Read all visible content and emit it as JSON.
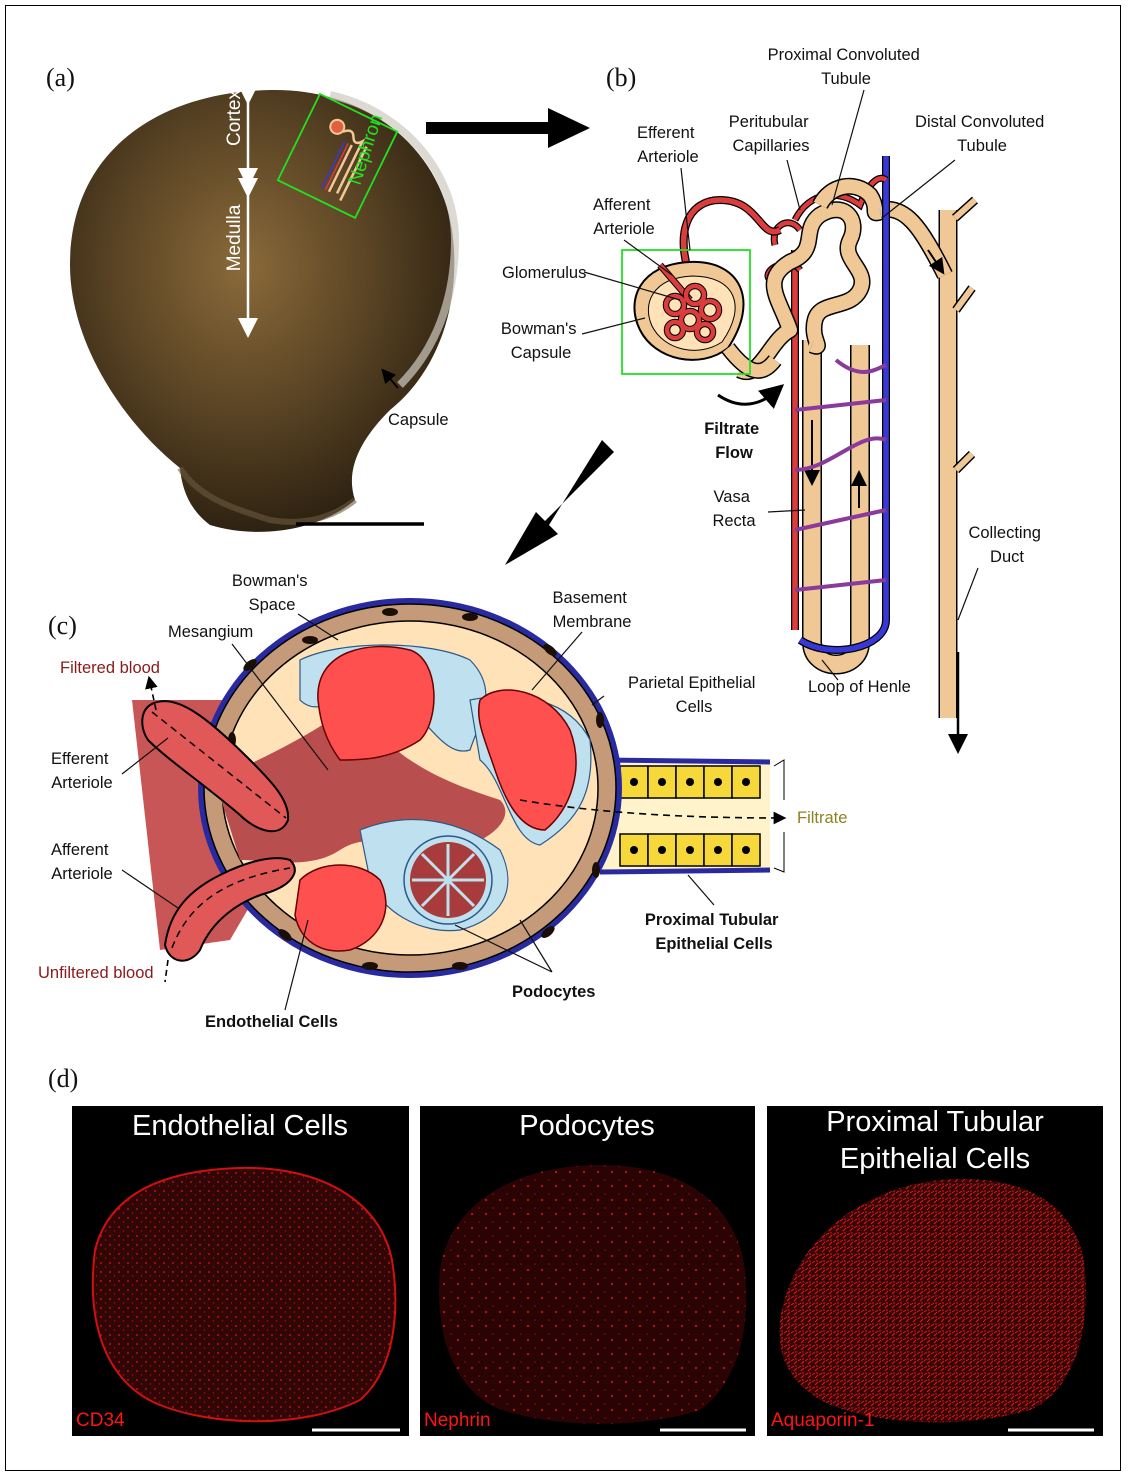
{
  "panels": {
    "a": {
      "letter": "(a)",
      "cortex": "Cortex",
      "medulla": "Medulla",
      "nephron": "Nephron",
      "capsule": "Capsule"
    },
    "b": {
      "letter": "(b)",
      "proximal_convoluted_tubule": [
        "Proximal Convoluted",
        "Tubule"
      ],
      "efferent_arteriole": [
        "Efferent",
        "Arteriole"
      ],
      "peritubular_capillaries": [
        "Peritubular",
        "Capillaries"
      ],
      "distal_convoluted_tubule": [
        "Distal Convoluted",
        "Tubule"
      ],
      "afferent_arteriole": [
        "Afferent",
        "Arteriole"
      ],
      "glomerulus": "Glomerulus",
      "bowmans_capsule": [
        "Bowman's",
        "Capsule"
      ],
      "filtrate_flow": [
        "Filtrate",
        "Flow"
      ],
      "vasa_recta": [
        "Vasa",
        "Recta"
      ],
      "collecting_duct": [
        "Collecting",
        "Duct"
      ],
      "loop_of_henle": "Loop of Henle"
    },
    "c": {
      "letter": "(c)",
      "bowmans_space": [
        "Bowman's",
        "Space"
      ],
      "basement_membrane": [
        "Basement",
        "Membrane"
      ],
      "mesangium": "Mesangium",
      "filtered_blood": "Filtered blood",
      "parietal_epithelial_cells": [
        "Parietal Epithelial",
        "Cells"
      ],
      "efferent_arteriole": [
        "Efferent",
        "Arteriole"
      ],
      "filtrate": "Filtrate",
      "afferent_arteriole": [
        "Afferent",
        "Arteriole"
      ],
      "proximal_tubular_epithelial_cells": [
        "Proximal Tubular",
        "Epithelial Cells"
      ],
      "unfiltered_blood": "Unfiltered blood",
      "podocytes": "Podocytes",
      "endothelial_cells": "Endothelial Cells"
    },
    "d": {
      "letter": "(d)",
      "tiles": [
        {
          "title": [
            "Endothelial Cells"
          ],
          "stain": "CD34"
        },
        {
          "title": [
            "Podocytes"
          ],
          "stain": "Nephrin"
        },
        {
          "title": [
            "Proximal Tubular",
            "Epithelial Cells"
          ],
          "stain": "Aquaporin-1"
        }
      ]
    }
  },
  "colors": {
    "tissue_brown": "#5a4424",
    "nephron_box_green": "#22e022",
    "tubule_tan": "#f0c896",
    "artery_red": "#dc3c3c",
    "vein_blue": "#3838d8",
    "glomerulus_fill": "#ffe2b8",
    "capillary_red": "#ff5050",
    "podocyte_blue": "#bfe0ee",
    "tubule_cell_yellow": "#f6d83a",
    "blood_label_red": "#8b1a1a",
    "filtrate_olive": "#8c8224",
    "stain_red": "#ff1414"
  }
}
